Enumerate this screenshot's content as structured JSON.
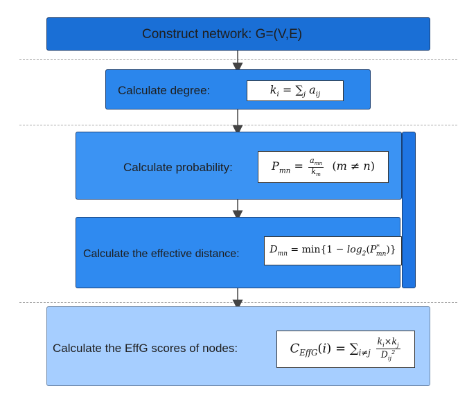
{
  "steps": {
    "construct": "Construct network: G=(V,E)",
    "degree": "Calculate degree:",
    "probability": "Calculate probability:",
    "distance": "Calculate the effective distance:",
    "effg": "Calculate the EffG scores of nodes:"
  },
  "formulas": {
    "degree": "k_i = ∑_j a_ij",
    "probability": "P_mn = a_mn / k_m  (m ≠ n)",
    "distance": "D_mn = min{1 − log_2(P*_mn)}",
    "effg": "C_EffG(i) = ∑_{i≠j} k_i×k_j / D_ij^2"
  },
  "colors": {
    "box1": "#1a6fd6",
    "box2": "#2b86ec",
    "box3": "#3b93f3",
    "box4": "#2f8af0",
    "box5": "#a6ceff",
    "arrow": "#444444"
  }
}
